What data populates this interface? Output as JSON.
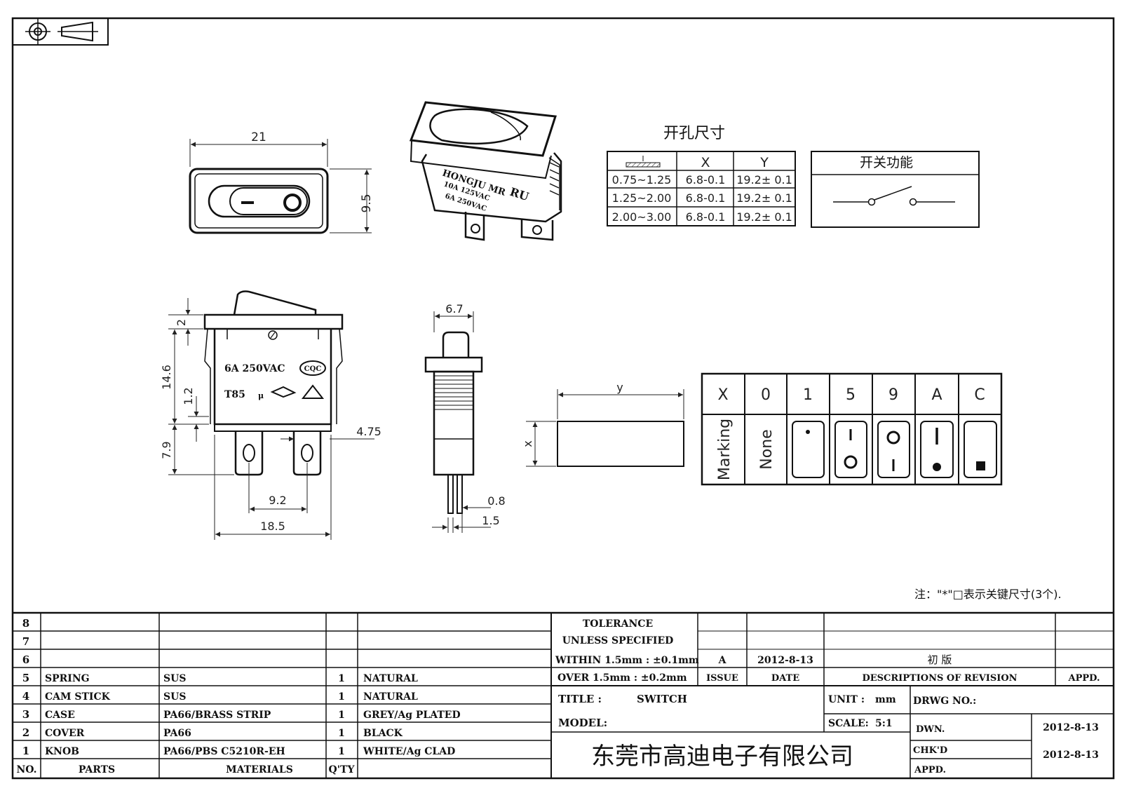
{
  "front_view": {
    "width_dim": "21",
    "height_dim": "9.5"
  },
  "iso_view": {
    "brand": "HONGJU MR",
    "rating_1": "10A 125VAC",
    "rating_2": "6A 250VAC",
    "cert": "RU"
  },
  "cutout": {
    "title": "开孔尺寸",
    "col_x": "X",
    "col_y": "Y",
    "rows": [
      {
        "t": "0.75~1.25",
        "x": "6.8-0.1",
        "y": "19.2± 0.1"
      },
      {
        "t": "1.25~2.00",
        "x": "6.8-0.1",
        "y": "19.2± 0.1"
      },
      {
        "t": "2.00~3.00",
        "x": "6.8-0.1",
        "y": "19.2± 0.1"
      }
    ]
  },
  "function_box": {
    "title": "开关功能"
  },
  "side_view": {
    "dims": {
      "top": "2",
      "height": "14.6",
      "mid": "1.2",
      "terminal_len": "7.9",
      "terminal_width": "4.75",
      "pitch": "9.2",
      "total_width": "18.5"
    },
    "label_1": "6A 250VAC",
    "label_2": "T85",
    "mu": "μ",
    "cqc": "CQC"
  },
  "end_view": {
    "width": "6.7",
    "pin": "0.8",
    "pin_pitch": "1.5"
  },
  "cutout_view": {
    "x": "x",
    "y": "y"
  },
  "marking_table": {
    "head": [
      "X",
      "0",
      "1",
      "5",
      "9",
      "A",
      "C"
    ],
    "row_labels": [
      "Marking",
      "None"
    ]
  },
  "note": "注：\"*\"□表示关键尺寸(3个).",
  "bom": {
    "headers": {
      "no": "NO.",
      "parts": "PARTS",
      "materials": "MATERIALS",
      "qty": "Q'TY"
    },
    "rows": [
      {
        "no": "8",
        "part": "",
        "mat": "",
        "qty": "",
        "color": ""
      },
      {
        "no": "7",
        "part": "",
        "mat": "",
        "qty": "",
        "color": ""
      },
      {
        "no": "6",
        "part": "",
        "mat": "",
        "qty": "",
        "color": ""
      },
      {
        "no": "5",
        "part": "SPRING",
        "mat": "SUS",
        "qty": "1",
        "color": "NATURAL"
      },
      {
        "no": "4",
        "part": "CAM STICK",
        "mat": "SUS",
        "qty": "1",
        "color": "NATURAL"
      },
      {
        "no": "3",
        "part": "CASE",
        "mat": "PA66/BRASS STRIP",
        "qty": "1",
        "color": "GREY/Ag PLATED"
      },
      {
        "no": "2",
        "part": "COVER",
        "mat": "PA66",
        "qty": "1",
        "color": "BLACK"
      },
      {
        "no": "1",
        "part": "KNOB",
        "mat": "PA66/PBS C5210R-EH",
        "qty": "1",
        "color": "WHITE/Ag CLAD"
      }
    ]
  },
  "title_block": {
    "tol1": "TOLERANCE",
    "tol2": "UNLESS  SPECIFIED",
    "tol3": "WITHIN 1.5mm : ±0.1mm",
    "tol4": "OVER 1.5mm : ±0.2mm",
    "issue_val": "A",
    "date_val": "2012-8-13",
    "rev_val": "初  版",
    "issue": "ISSUE",
    "date": "DATE",
    "desc_rev": "DESCRIPTIONS OF REVISION",
    "appd": "APPD.",
    "title_label": "TITLE :",
    "title_val": "SWITCH",
    "unit_label": "UNIT :",
    "unit_val": "mm",
    "drwg_no": "DRWG NO.:",
    "model": "MODEL:",
    "scale_label": "SCALE:",
    "scale_val": "5:1",
    "dwn": "DWN.",
    "dwn_date": "2012-8-13",
    "chkd": "CHK'D",
    "chkd_date": "2012-8-13",
    "appd2": "APPD.",
    "company": "东莞市高迪电子有限公司"
  }
}
